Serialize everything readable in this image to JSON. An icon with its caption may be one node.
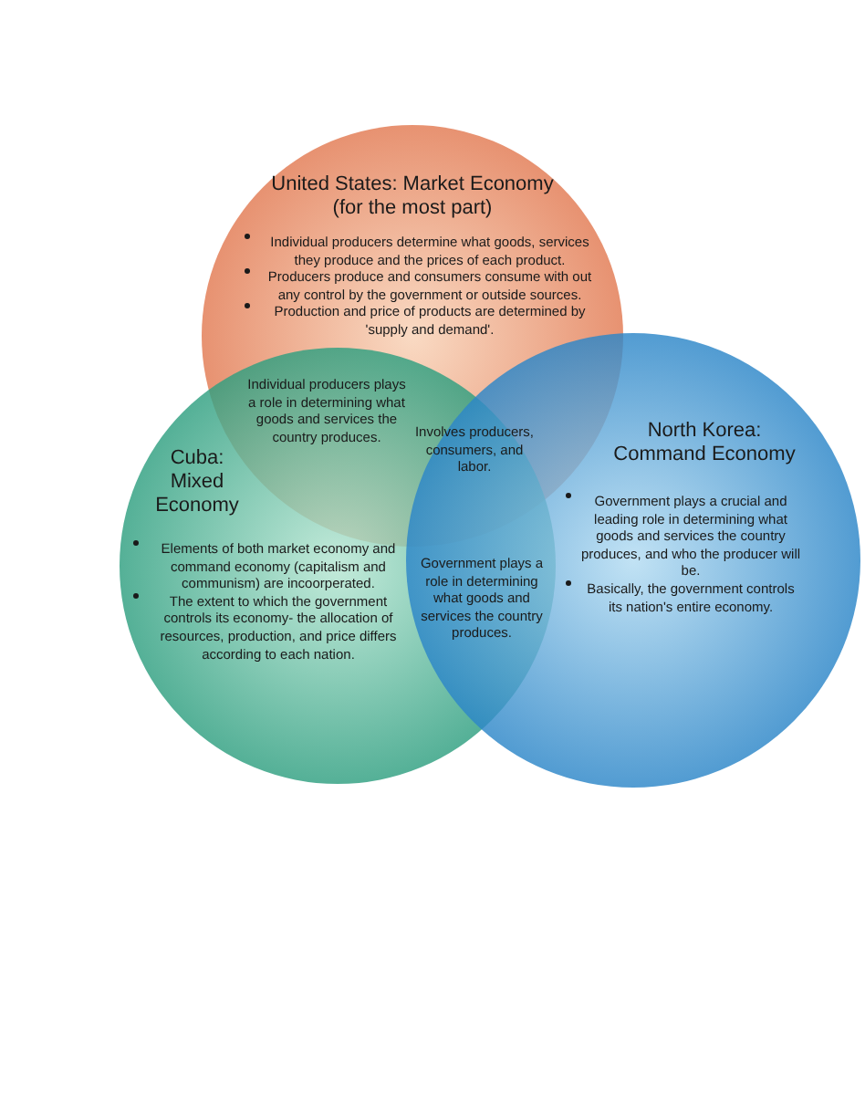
{
  "diagram": {
    "nodes": [
      {
        "text": [
          "United States: Market Economy (for the most part)",
          "Individual producers determine what goods, services they produce and the prices of each product.",
          "Producers produce and consumers consume with out any control by the government or outside sources.",
          "Production and price of products are determined by 'supply and demand'."
        ]
      },
      {
        "text": [
          "Cuba: Mixed Economy",
          "Elements of both market economy and command economy (capitalism and communism) are incoorperated.",
          "The extent to which the government controls its economy- the allocation of resources, production, and price differs according to each nation."
        ]
      },
      {
        "text": [
          "North Korea: Command Economy",
          "Government plays a crucial and leading role in determining what goods and services the country produces, and who the producer will be.",
          "Basically, the government controls its nation's entire economy."
        ]
      }
    ],
    "labels": [
      "Individual producers plays a role in determining what goods and services the country produces.",
      "Involves producers, consumers, and labor.",
      "Government plays a role in determining what goods and services the country produces."
    ]
  }
}
